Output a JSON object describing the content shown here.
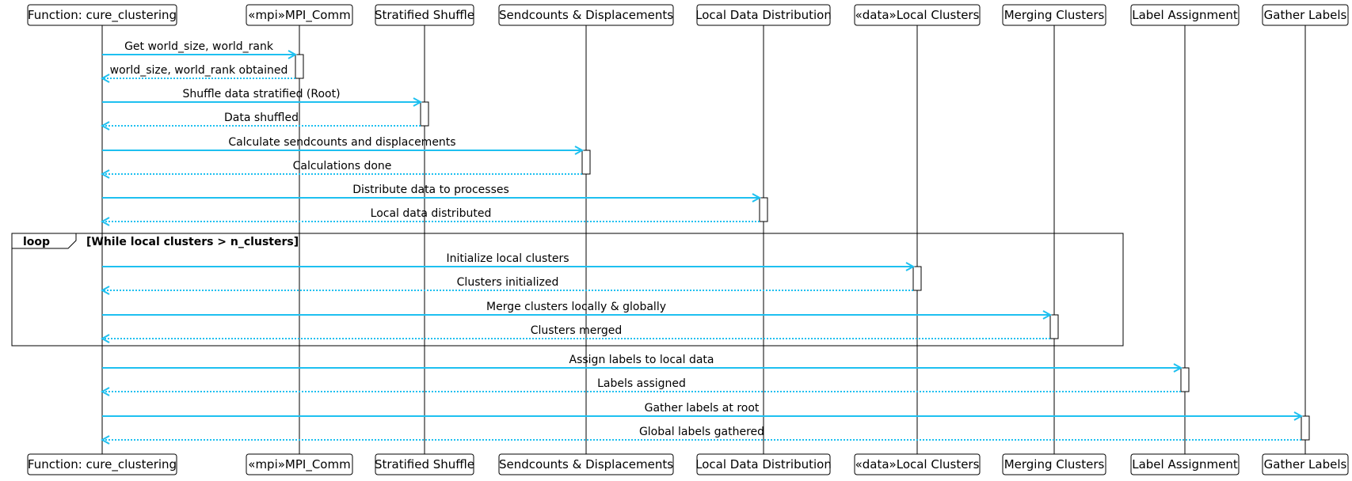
{
  "participants": [
    {
      "id": "cure",
      "label": "Function: cure_clustering"
    },
    {
      "id": "mpi",
      "label": "«mpi»MPI_Comm"
    },
    {
      "id": "shuffle",
      "label": "Stratified Shuffle"
    },
    {
      "id": "sendcounts",
      "label": "Sendcounts & Displacements"
    },
    {
      "id": "localdist",
      "label": "Local Data Distribution"
    },
    {
      "id": "localclusters",
      "label": "«data»Local Clusters"
    },
    {
      "id": "merging",
      "label": "Merging Clusters"
    },
    {
      "id": "labelassign",
      "label": "Label Assignment"
    },
    {
      "id": "gather",
      "label": "Gather Labels"
    }
  ],
  "messages": [
    {
      "from": "cure",
      "to": "mpi",
      "label": "Get world_size, world_rank",
      "kind": "call"
    },
    {
      "from": "mpi",
      "to": "cure",
      "label": "world_size, world_rank obtained",
      "kind": "return"
    },
    {
      "from": "cure",
      "to": "shuffle",
      "label": "Shuffle data stratified (Root)",
      "kind": "call"
    },
    {
      "from": "shuffle",
      "to": "cure",
      "label": "Data shuffled",
      "kind": "return"
    },
    {
      "from": "cure",
      "to": "sendcounts",
      "label": "Calculate sendcounts and displacements",
      "kind": "call"
    },
    {
      "from": "sendcounts",
      "to": "cure",
      "label": "Calculations done",
      "kind": "return"
    },
    {
      "from": "cure",
      "to": "localdist",
      "label": "Distribute data to processes",
      "kind": "call"
    },
    {
      "from": "localdist",
      "to": "cure",
      "label": "Local data distributed",
      "kind": "return"
    },
    {
      "from": "cure",
      "to": "localclusters",
      "label": "Initialize local clusters",
      "kind": "call"
    },
    {
      "from": "localclusters",
      "to": "cure",
      "label": "Clusters initialized",
      "kind": "return"
    },
    {
      "from": "cure",
      "to": "merging",
      "label": "Merge clusters locally & globally",
      "kind": "call"
    },
    {
      "from": "merging",
      "to": "cure",
      "label": "Clusters merged",
      "kind": "return"
    },
    {
      "from": "cure",
      "to": "labelassign",
      "label": "Assign labels to local data",
      "kind": "call"
    },
    {
      "from": "labelassign",
      "to": "cure",
      "label": "Labels assigned",
      "kind": "return"
    },
    {
      "from": "cure",
      "to": "gather",
      "label": "Gather labels at root",
      "kind": "call"
    },
    {
      "from": "gather",
      "to": "cure",
      "label": "Global labels gathered",
      "kind": "return"
    }
  ],
  "loop": {
    "keyword": "loop",
    "condition": "[While local clusters > n_clusters]"
  },
  "colors": {
    "arrow": "#1ec0f0",
    "line": "#000000",
    "box_fill": "#ffffff",
    "box_stroke": "#000000"
  }
}
